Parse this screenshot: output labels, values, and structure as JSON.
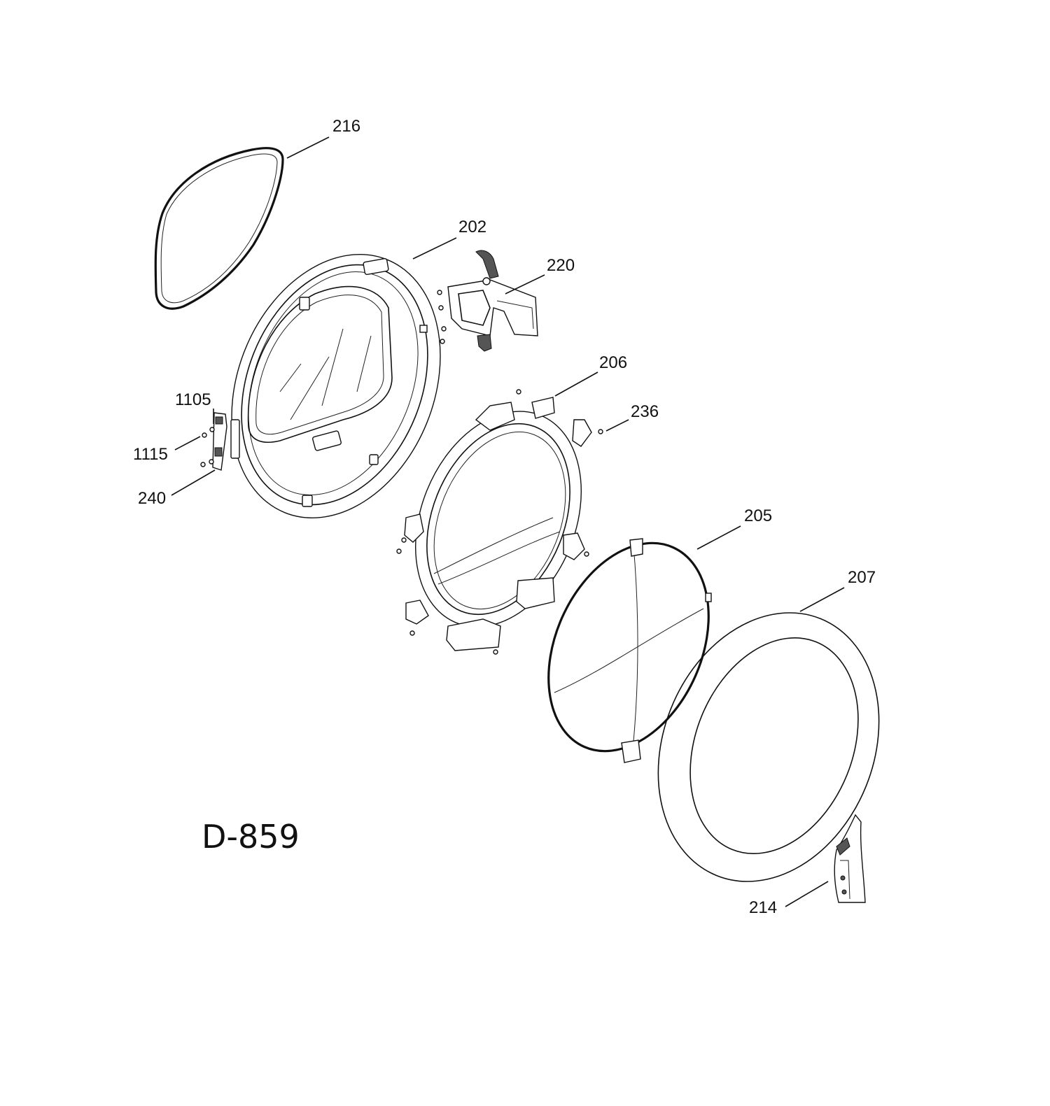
{
  "diagram_code": "D-859",
  "callouts": [
    {
      "id": "216",
      "label": "216"
    },
    {
      "id": "202",
      "label": "202"
    },
    {
      "id": "220",
      "label": "220"
    },
    {
      "id": "206",
      "label": "206"
    },
    {
      "id": "236",
      "label": "236"
    },
    {
      "id": "1105",
      "label": "1105"
    },
    {
      "id": "1115",
      "label": "1115"
    },
    {
      "id": "240",
      "label": "240"
    },
    {
      "id": "205",
      "label": "205"
    },
    {
      "id": "207",
      "label": "207"
    },
    {
      "id": "214",
      "label": "214"
    }
  ]
}
